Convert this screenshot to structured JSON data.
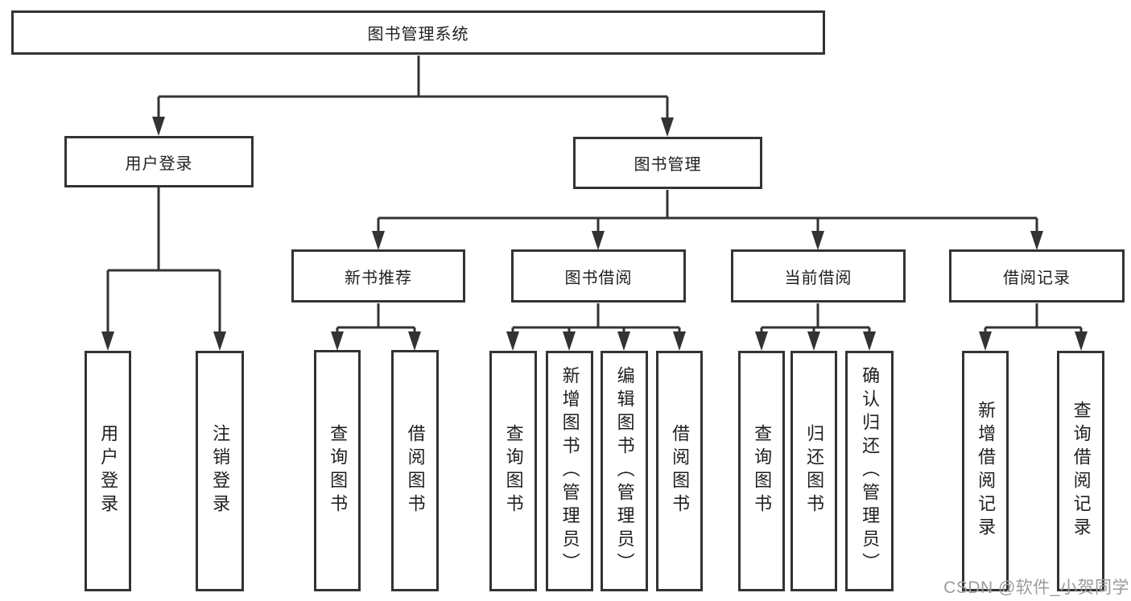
{
  "colors": {
    "line": "#333333",
    "box_border": "#333333",
    "text": "#1f1f1f",
    "watermark": "#9b9b9b",
    "background": "#ffffff"
  },
  "watermark": {
    "text": "CSDN @软件_小贺同学"
  },
  "tree": {
    "root": {
      "label": "图书管理系统",
      "children": [
        {
          "label": "用户登录",
          "children": [
            {
              "label": "用户登录"
            },
            {
              "label": "注销登录"
            }
          ]
        },
        {
          "label": "图书管理",
          "children": [
            {
              "label": "新书推荐",
              "children": [
                {
                  "label": "查询图书"
                },
                {
                  "label": "借阅图书"
                }
              ]
            },
            {
              "label": "图书借阅",
              "children": [
                {
                  "label": "查询图书"
                },
                {
                  "label": "新增图书（管理员）"
                },
                {
                  "label": "编辑图书（管理员）"
                },
                {
                  "label": "借阅图书"
                }
              ]
            },
            {
              "label": "当前借阅",
              "children": [
                {
                  "label": "查询图书"
                },
                {
                  "label": "归还图书"
                },
                {
                  "label": "确认归还（管理员）"
                }
              ]
            },
            {
              "label": "借阅记录",
              "children": [
                {
                  "label": "新增借阅记录"
                },
                {
                  "label": "查询借阅记录"
                }
              ]
            }
          ]
        }
      ]
    }
  }
}
